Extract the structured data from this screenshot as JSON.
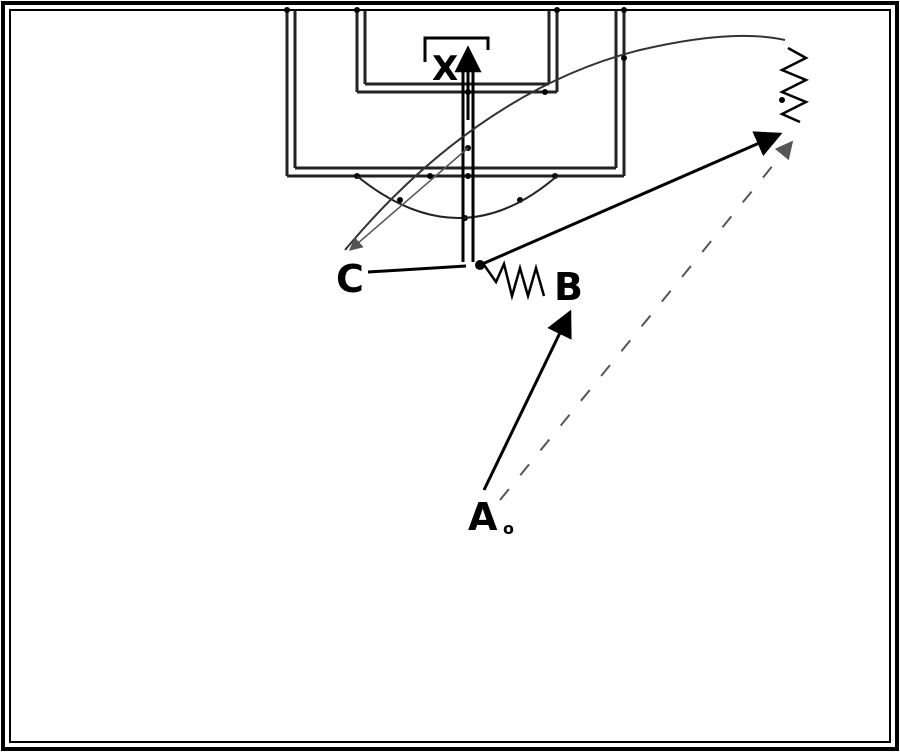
{
  "colors": {
    "line": "#000000",
    "court_line": "#222222",
    "pass": "#444444",
    "background": "#ffffff"
  },
  "players": {
    "x": "X",
    "a": "A",
    "a_marker": "o",
    "b": "B",
    "c": "C"
  },
  "icons": {
    "basket": "basket-icon",
    "dribble": "zigzag-dribble-icon",
    "pass": "dashed-pass-arrow-icon"
  }
}
